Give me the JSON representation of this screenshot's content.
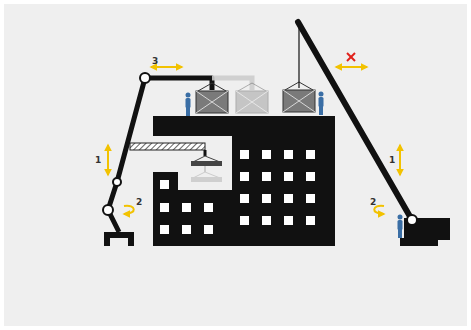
{
  "diagram": {
    "labels": [
      "3",
      "1",
      "2",
      "1",
      "2"
    ]
  }
}
